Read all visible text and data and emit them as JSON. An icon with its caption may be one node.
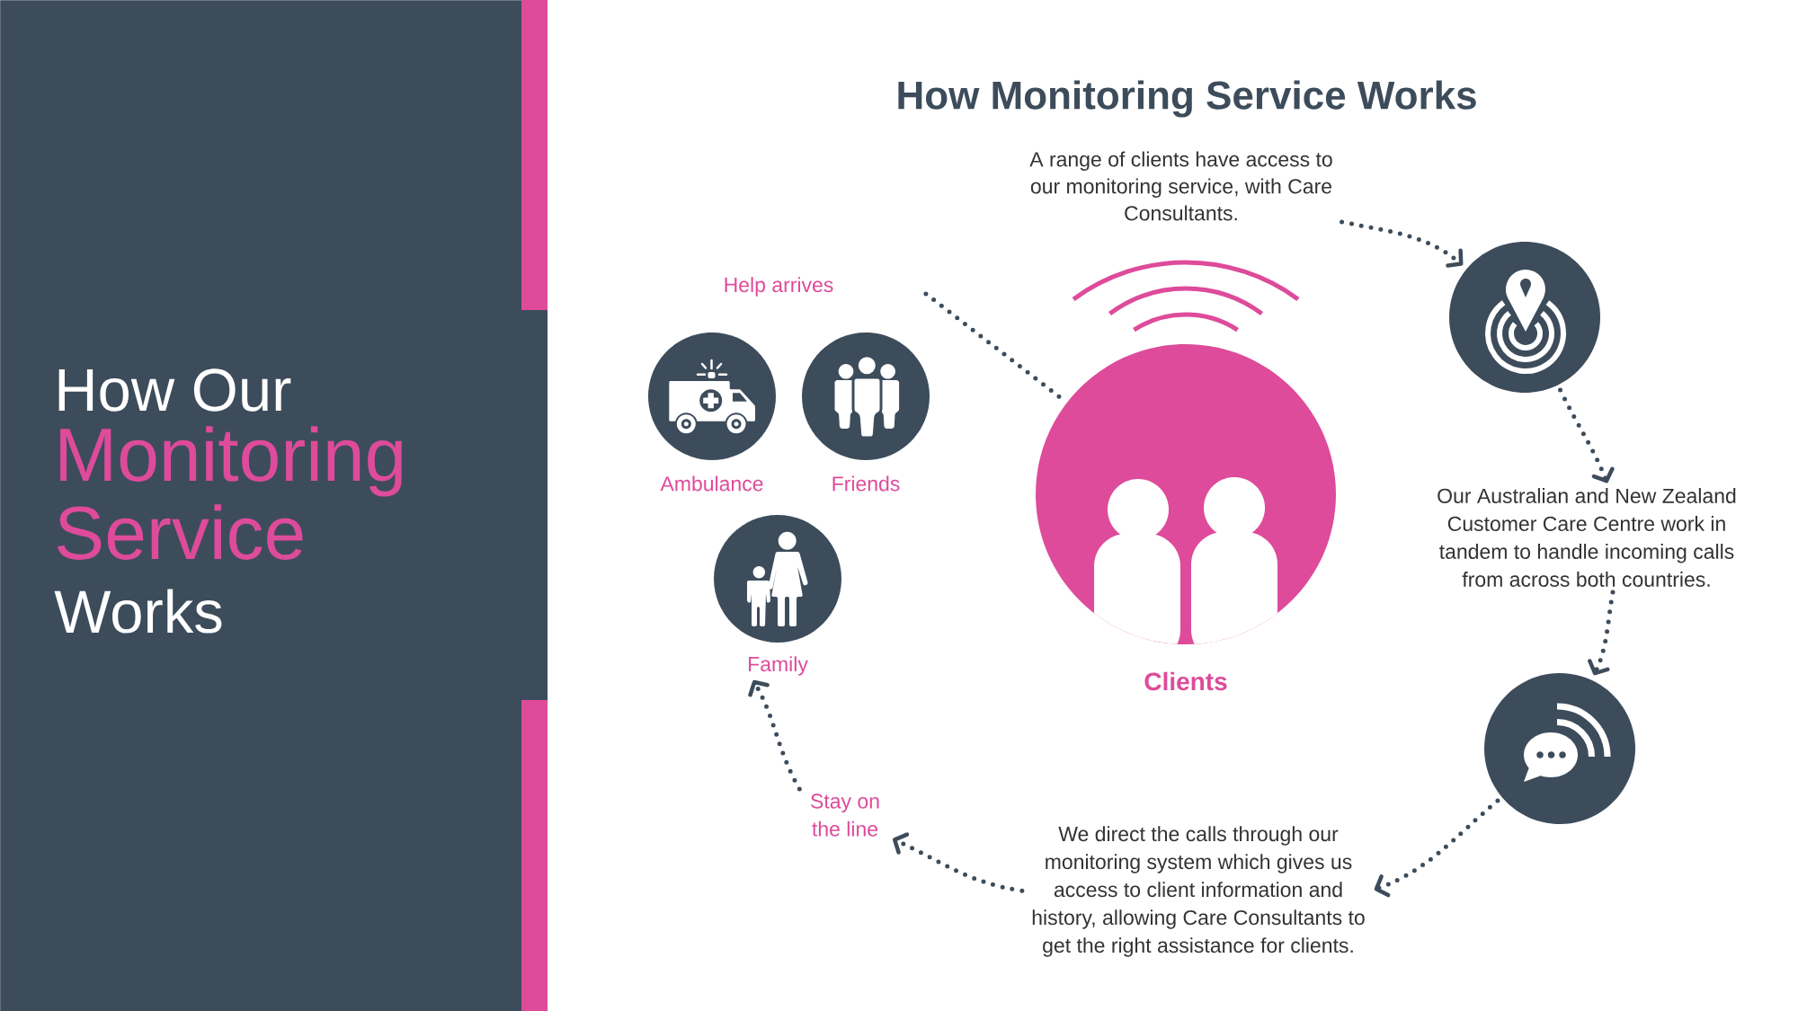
{
  "diagram": {
    "title": "How Monitoring Service Works",
    "nodes": [
      {
        "text": [
          "How Our",
          "Monitoring Service",
          "Works"
        ]
      },
      {
        "text": [
          "A range of clients have access to our monitoring service, with Care Consultants."
        ]
      },
      {
        "text": [],
        "shape": "circle"
      },
      {
        "text": [
          "Ambulance"
        ]
      },
      {
        "text": [
          "Friends"
        ]
      },
      {
        "text": [
          "Clients"
        ]
      },
      {
        "text": [
          "Our Australian and New Zealand Customer Care Centre work in tandem to handle incoming calls from across both countries."
        ]
      },
      {
        "text": [
          "Family"
        ]
      },
      {
        "text": [],
        "shape": "circle"
      },
      {
        "text": [
          "Stay on the line"
        ]
      },
      {
        "text": [
          "We direct the calls through our monitoring system which gives us access to client information and history, allowing Care Consultants to get the right assistance for clients."
        ]
      }
    ],
    "edges": [
      {
        "from": 1,
        "to": 2,
        "arrow": "to"
      },
      {
        "from": 2,
        "to": 6,
        "arrow": "to"
      },
      {
        "from": 6,
        "to": 8,
        "arrow": "to"
      },
      {
        "from": 8,
        "to": 10,
        "arrow": "to"
      },
      {
        "from": 10,
        "to": 9,
        "arrow": "to"
      },
      {
        "from": 9,
        "to": 7,
        "arrow": "to"
      },
      {
        "from": 5,
        "to": null,
        "arrow": "none"
      }
    ],
    "labels": [
      "Help arrives"
    ]
  }
}
